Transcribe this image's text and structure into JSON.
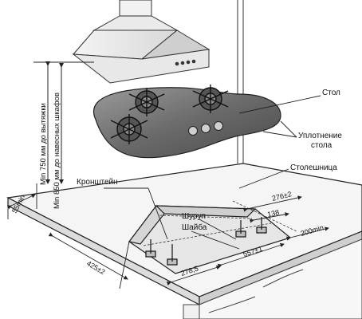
{
  "labels": {
    "table": "Стол",
    "seal": "Уплотнение",
    "seal2": "стола",
    "countertop": "Столешница",
    "bracket": "Кронштейн",
    "screw": "Шуруп",
    "washer": "Шайба"
  },
  "vertical_notes": {
    "hood": "Min 750 мм до вытяжки",
    "cabinets": "Min 850 мм до навесных шкафов"
  },
  "dimensions": {
    "d55": "55min",
    "d425": "425±2",
    "d276": "276±2",
    "d138": "138",
    "d200": "200min",
    "d278": "278,5",
    "d557": "557±1"
  },
  "colors": {
    "hob_surface": "#6f6f6f",
    "line": "#222222",
    "background": "#ffffff"
  }
}
